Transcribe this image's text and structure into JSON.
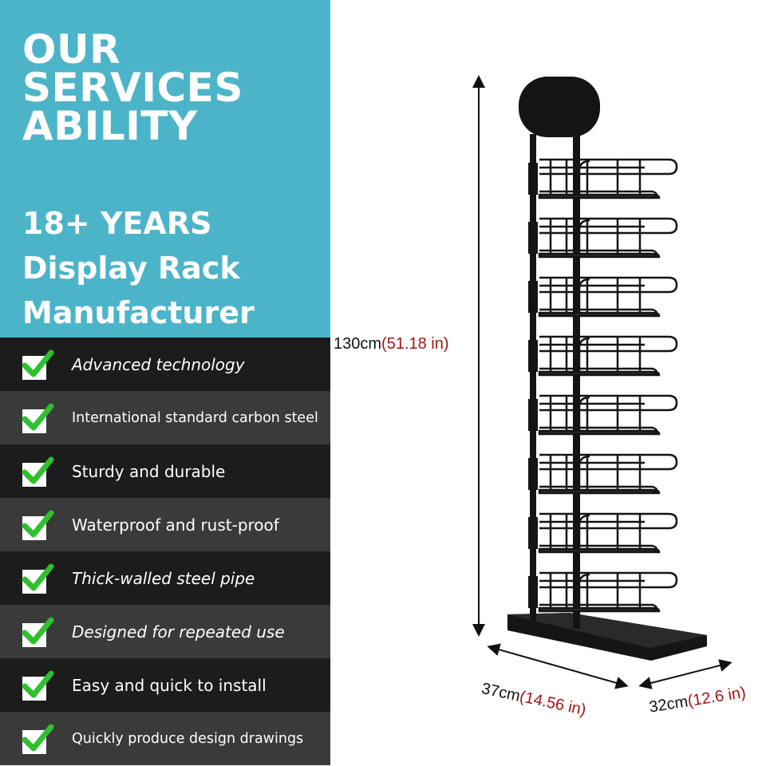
{
  "headline": [
    "OUR",
    "SERVICES",
    "ABILITY"
  ],
  "subhead": [
    "18+ YEARS",
    "Display Rack",
    "Manufacturer"
  ],
  "features": [
    {
      "label": "Advanced technology",
      "style": "italic"
    },
    {
      "label": "International standard carbon steel",
      "style": "small"
    },
    {
      "label": "Sturdy and durable",
      "style": "normal"
    },
    {
      "label": "Waterproof and rust-proof",
      "style": "normal"
    },
    {
      "label": "Thick-walled steel pipe",
      "style": "italic"
    },
    {
      "label": "Designed for repeated use",
      "style": "italic"
    },
    {
      "label": "Easy and quick to install",
      "style": "normal"
    },
    {
      "label": "Quickly produce design drawings",
      "style": "small"
    }
  ],
  "icons": {
    "check": "green-check-icon"
  },
  "colors": {
    "teal": "#4cb4c8",
    "row_dark": "#1c1c1c",
    "row_mid": "#3a3a3a",
    "check_green": "#2fbf2f",
    "inch_red": "#a31414"
  },
  "dimensions": {
    "height": {
      "cm": "130cm",
      "inch": "(51.18 in)"
    },
    "width": {
      "cm": "37cm",
      "inch": "(14.56 in)"
    },
    "depth": {
      "cm": "32cm",
      "inch": "(12.6 in)"
    }
  }
}
